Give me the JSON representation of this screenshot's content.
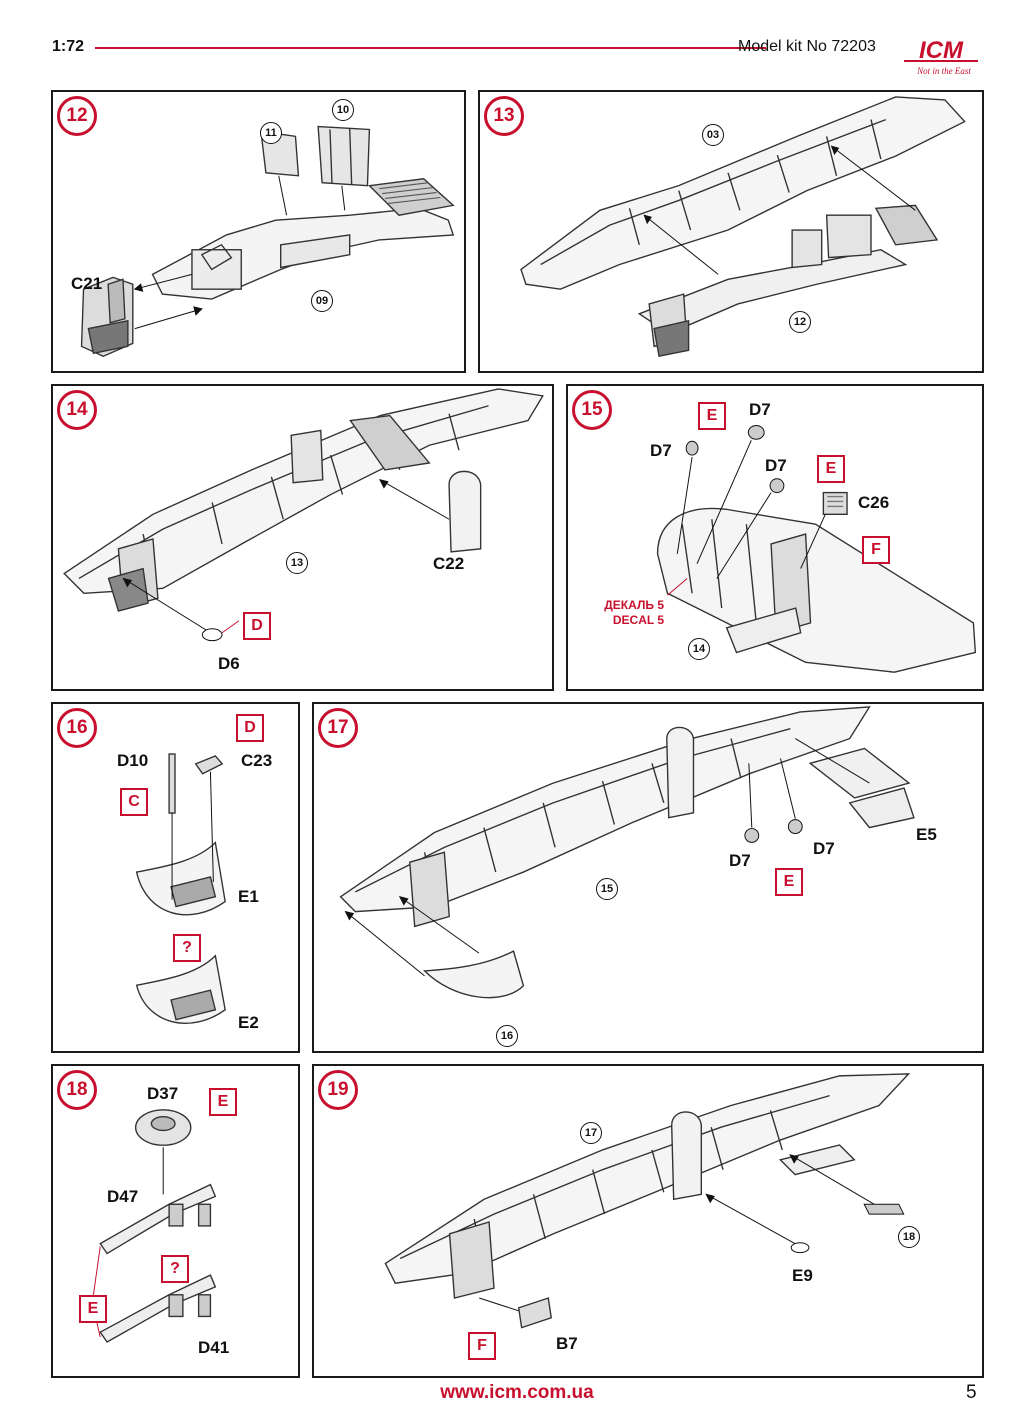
{
  "header": {
    "scale": "1:72",
    "kit": "Model kit No 72203",
    "logo_text": "ICM",
    "logo_tagline": "Not in the East"
  },
  "steps": {
    "s12": {
      "num": "12",
      "parts": {
        "c21": "C21",
        "p11": "11",
        "p10": "10",
        "p09": "09"
      }
    },
    "s13": {
      "num": "13",
      "parts": {
        "p03": "03",
        "p12": "12"
      }
    },
    "s14": {
      "num": "14",
      "parts": {
        "c22": "C22",
        "p13": "13",
        "d6": "D6"
      },
      "paint": {
        "d": "D"
      }
    },
    "s15": {
      "num": "15",
      "parts": {
        "d7a": "D7",
        "d7b": "D7",
        "d7c": "D7",
        "c26": "C26",
        "p14": "14"
      },
      "paint": {
        "e1": "E",
        "e2": "E",
        "f": "F"
      },
      "decal": {
        "ru": "ДЕКАЛЬ 5",
        "en": "DECAL 5"
      }
    },
    "s16": {
      "num": "16",
      "parts": {
        "d10": "D10",
        "c23": "C23",
        "e1": "E1",
        "e2": "E2"
      },
      "paint": {
        "d": "D",
        "c": "C",
        "q": "?"
      }
    },
    "s17": {
      "num": "17",
      "parts": {
        "p15": "15",
        "p16": "16",
        "d7a": "D7",
        "d7b": "D7",
        "e5": "E5"
      },
      "paint": {
        "e": "E"
      }
    },
    "s18": {
      "num": "18",
      "parts": {
        "d37": "D37",
        "d47": "D47",
        "d41": "D41"
      },
      "paint": {
        "e1": "E",
        "q": "?",
        "e2": "E"
      }
    },
    "s19": {
      "num": "19",
      "parts": {
        "p17": "17",
        "p18": "18",
        "e9": "E9",
        "b7": "B7"
      },
      "paint": {
        "f": "F"
      }
    }
  },
  "footer": {
    "url": "www.icm.com.ua",
    "page": "5"
  },
  "colors": {
    "accent": "#c8102e",
    "line": "#1a1a1a"
  }
}
